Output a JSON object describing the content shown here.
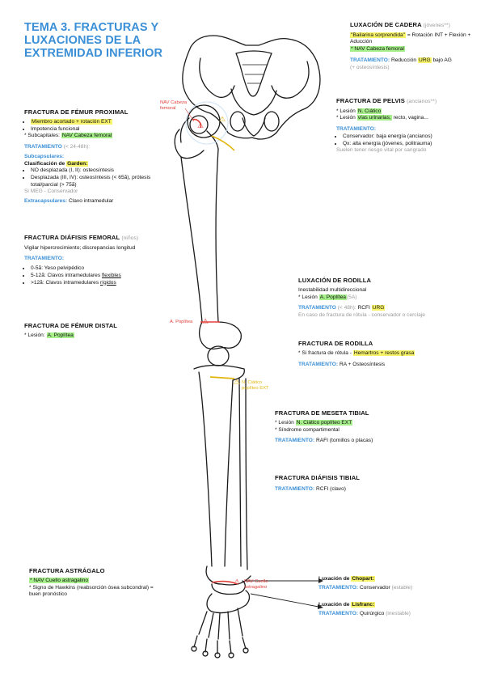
{
  "title": "TEMA 3. FRACTURAS Y LUXACIONES DE LA EXTREMIDAD INFERIOR",
  "colors": {
    "accent": "#3a8fd6",
    "highlight_yellow": "#f7f46b",
    "highlight_green": "#a6ef8b",
    "warning_red": "#e0423c",
    "nerve_yellow": "#e2b60e"
  },
  "femur_proximal": {
    "heading": "FRACTURA DE FÉMUR PROXIMAL",
    "bullet1": "Miembro acortado + rotación EXT",
    "bullet2": "Impotencia funcional",
    "subcap_prefix": "* Subcapitales:",
    "subcap_highlight": "NAV Cabeza femoral",
    "treatment_label": "TRATAMIENTO",
    "treatment_note": "(< 24-48h):",
    "subcap_heading": "Subcapsulares:",
    "garden_prefix": "Clasificación de",
    "garden_highlight": "Garden:",
    "garden1": "NO desplazada (I, II): osteosíntesis",
    "garden2": "Desplazada (III, IV): osteosíntesis (< 65ã), prótesis total/parcial (> 75ã)",
    "si_meg": "Si MEG - Conservador",
    "extra_label": "Extracapsulares:",
    "extra_value": "Clavo intramedular"
  },
  "diafisis_femoral": {
    "heading": "FRACTURA DIÁFISIS FEMORAL",
    "heading_note": "(niños)",
    "line1": "Vigilar hipercrecimiento; discrepancias longitud",
    "treatment_label": "TRATAMIENTO:",
    "item1": "0-5ã: Yeso pelvipédico",
    "item2_prefix": "5-12ã: Clavos intramedulares",
    "item2_emph": "flexibles",
    "item3_prefix": ">12ã: Clavos intramedulares",
    "item3_emph": "rígidos"
  },
  "femur_distal": {
    "heading": "FRACTURA DE FÉMUR DISTAL",
    "lesion_prefix": "* Lesión:",
    "lesion_highlight": "A. Poplítea"
  },
  "astragalo": {
    "heading": "FRACTURA ASTRÁGALO",
    "line1": "* NAV Cuello astragalino",
    "line2": "* Signo de Hawkins (reabsorción ósea subcondral) = buen pronóstico"
  },
  "luxacion_cadera": {
    "heading": "LUXACIÓN DE CADERA",
    "heading_note": "(jóvenes**)",
    "bailarina_highlight": "\"Bailarina sorprendida\"",
    "bailarina_rest": "= Rotación INT + Flexión + Aducción",
    "nav_line": "* NAV Cabeza femoral",
    "treatment_label": "TRATAMIENTO:",
    "treatment_prefix": "Reducción",
    "treatment_highlight": "URG",
    "treatment_suffix": "bajo AG",
    "treatment_note": "(+ osteosíntesis)"
  },
  "pelvis": {
    "heading": "FRACTURA DE PELVIS",
    "heading_note": "(ancianos**)",
    "l1_prefix": "* Lesión",
    "l1_highlight": "N. Ciático",
    "l2_prefix": "* Lesión",
    "l2_highlight": "vías urinarias,",
    "l2_suffix": "recto, vagina...",
    "treatment_label": "TRATAMIENTO:",
    "item1": "Conservador: baja energía (ancianos)",
    "item2": "Qx: alta energía (jóvenes, politrauma)",
    "note": "Suelen tener riesgo vital por sangrado"
  },
  "luxacion_rodilla": {
    "heading": "LUXACIÓN DE RODILLA",
    "line1": "Inestabilidad multidireccional",
    "l2_prefix": "* Lesión",
    "l2_highlight": "A. Poplítea",
    "l2_note": "(5A)",
    "treatment_label": "TRATAMIENTO",
    "treatment_note": "(< 48h):",
    "treatment_prefix": "RCFI",
    "treatment_highlight": "URG",
    "extra": "En caso de fractura de rótula - conservador o cerclaje"
  },
  "fractura_rodilla": {
    "heading": "FRACTURA DE RODILLA",
    "l1_prefix": "* Si fractura de rótula -",
    "l1_highlight": "Hemartros + restos grasa",
    "treatment_label": "TRATAMIENTO:",
    "treatment_value": "RA + Osteosíntesis"
  },
  "meseta_tibial": {
    "heading": "FRACTURA DE MESETA TIBIAL",
    "l1_prefix": "* Lesión",
    "l1_highlight": "N. Ciático poplíteo EXT",
    "l2": "* Síndrome compartimental",
    "treatment_label": "TRATAMIENTO:",
    "treatment_value": "RAFI (tornillos o placas)"
  },
  "diafisis_tibial": {
    "heading": "FRACTURA DIÁFISIS TIBIAL",
    "treatment_label": "TRATAMIENTO:",
    "treatment_value": "RCFI (clavo)"
  },
  "chopart": {
    "prefix": "Luxación de",
    "highlight": "Chopart:",
    "treatment_label": "TRATAMIENTO:",
    "treatment_value": "Conservador",
    "treatment_note": "(estable)"
  },
  "lisfranc": {
    "prefix": "Luxación de",
    "highlight": "Lisfranc:",
    "treatment_label": "TRATAMIENTO:",
    "treatment_value": "Quirúrgico",
    "treatment_note": "(inestable)"
  },
  "figure_labels": {
    "nav_cabeza": "NAV Cabeza femoral",
    "a_poplitea": "A. Poplítea",
    "n_ciatico": "N. Ciático poplíteo EXT",
    "nav_cuello": "NAV Cuello astragalino",
    "warning_symbol": "⚠"
  }
}
